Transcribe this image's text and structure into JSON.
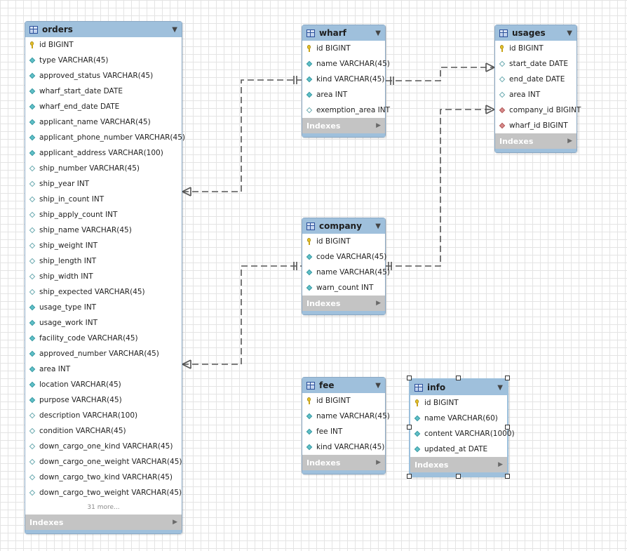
{
  "tables": {
    "orders": {
      "name": "orders",
      "indexes_label": "Indexes",
      "more_label": "31 more...",
      "columns": [
        {
          "text": "id BIGINT",
          "icon": "pk"
        },
        {
          "text": "type VARCHAR(45)",
          "icon": "nn"
        },
        {
          "text": "approved_status VARCHAR(45)",
          "icon": "nn"
        },
        {
          "text": "wharf_start_date DATE",
          "icon": "nn"
        },
        {
          "text": "wharf_end_date DATE",
          "icon": "nn"
        },
        {
          "text": "applicant_name VARCHAR(45)",
          "icon": "nn"
        },
        {
          "text": "applicant_phone_number VARCHAR(45)",
          "icon": "nn"
        },
        {
          "text": "applicant_address VARCHAR(100)",
          "icon": "nn"
        },
        {
          "text": "ship_number VARCHAR(45)",
          "icon": "nullable"
        },
        {
          "text": "ship_year INT",
          "icon": "nullable"
        },
        {
          "text": "ship_in_count INT",
          "icon": "nullable"
        },
        {
          "text": "ship_apply_count INT",
          "icon": "nullable"
        },
        {
          "text": "ship_name VARCHAR(45)",
          "icon": "nullable"
        },
        {
          "text": "ship_weight INT",
          "icon": "nullable"
        },
        {
          "text": "ship_length INT",
          "icon": "nullable"
        },
        {
          "text": "ship_width INT",
          "icon": "nullable"
        },
        {
          "text": "ship_expected VARCHAR(45)",
          "icon": "nullable"
        },
        {
          "text": "usage_type INT",
          "icon": "nn"
        },
        {
          "text": "usage_work INT",
          "icon": "nn"
        },
        {
          "text": "facility_code VARCHAR(45)",
          "icon": "nn"
        },
        {
          "text": "approved_number VARCHAR(45)",
          "icon": "nn"
        },
        {
          "text": "area INT",
          "icon": "nn"
        },
        {
          "text": "location VARCHAR(45)",
          "icon": "nn"
        },
        {
          "text": "purpose VARCHAR(45)",
          "icon": "nn"
        },
        {
          "text": "description VARCHAR(100)",
          "icon": "nullable"
        },
        {
          "text": "condition VARCHAR(45)",
          "icon": "nullable"
        },
        {
          "text": "down_cargo_one_kind VARCHAR(45)",
          "icon": "nullable"
        },
        {
          "text": "down_cargo_one_weight VARCHAR(45)",
          "icon": "nullable"
        },
        {
          "text": "down_cargo_two_kind VARCHAR(45)",
          "icon": "nullable"
        },
        {
          "text": "down_cargo_two_weight VARCHAR(45)",
          "icon": "nullable"
        }
      ]
    },
    "wharf": {
      "name": "wharf",
      "indexes_label": "Indexes",
      "columns": [
        {
          "text": "id BIGINT",
          "icon": "pk"
        },
        {
          "text": "name VARCHAR(45)",
          "icon": "nn"
        },
        {
          "text": "kind VARCHAR(45)",
          "icon": "nn"
        },
        {
          "text": "area INT",
          "icon": "nn"
        },
        {
          "text": "exemption_area INT",
          "icon": "nullable"
        }
      ]
    },
    "usages": {
      "name": "usages",
      "indexes_label": "Indexes",
      "columns": [
        {
          "text": "id BIGINT",
          "icon": "pk"
        },
        {
          "text": "start_date DATE",
          "icon": "nullable"
        },
        {
          "text": "end_date DATE",
          "icon": "nullable"
        },
        {
          "text": "area INT",
          "icon": "nullable"
        },
        {
          "text": "company_id BIGINT",
          "icon": "fk"
        },
        {
          "text": "wharf_id BIGINT",
          "icon": "fk"
        }
      ]
    },
    "company": {
      "name": "company",
      "indexes_label": "Indexes",
      "columns": [
        {
          "text": "id BIGINT",
          "icon": "pk"
        },
        {
          "text": "code VARCHAR(45)",
          "icon": "nn"
        },
        {
          "text": "name VARCHAR(45)",
          "icon": "nn"
        },
        {
          "text": "warn_count INT",
          "icon": "nn"
        }
      ]
    },
    "fee": {
      "name": "fee",
      "indexes_label": "Indexes",
      "columns": [
        {
          "text": "id BIGINT",
          "icon": "pk"
        },
        {
          "text": "name VARCHAR(45)",
          "icon": "nn"
        },
        {
          "text": "fee INT",
          "icon": "nn"
        },
        {
          "text": "kind VARCHAR(45)",
          "icon": "nn"
        }
      ]
    },
    "info": {
      "name": "info",
      "indexes_label": "Indexes",
      "selected": true,
      "columns": [
        {
          "text": "id BIGINT",
          "icon": "pk"
        },
        {
          "text": "name VARCHAR(60)",
          "icon": "nn"
        },
        {
          "text": "content VARCHAR(1000)",
          "icon": "nn"
        },
        {
          "text": "updated_at DATE",
          "icon": "nn"
        }
      ]
    }
  },
  "relationships": [
    {
      "from": "wharf",
      "to": "orders",
      "from_end": "one",
      "to_end": "many"
    },
    {
      "from": "company",
      "to": "orders",
      "from_end": "one",
      "to_end": "many"
    },
    {
      "from": "wharf",
      "to": "usages",
      "from_end": "one",
      "to_end": "many"
    },
    {
      "from": "company",
      "to": "usages",
      "from_end": "one",
      "to_end": "many"
    }
  ]
}
